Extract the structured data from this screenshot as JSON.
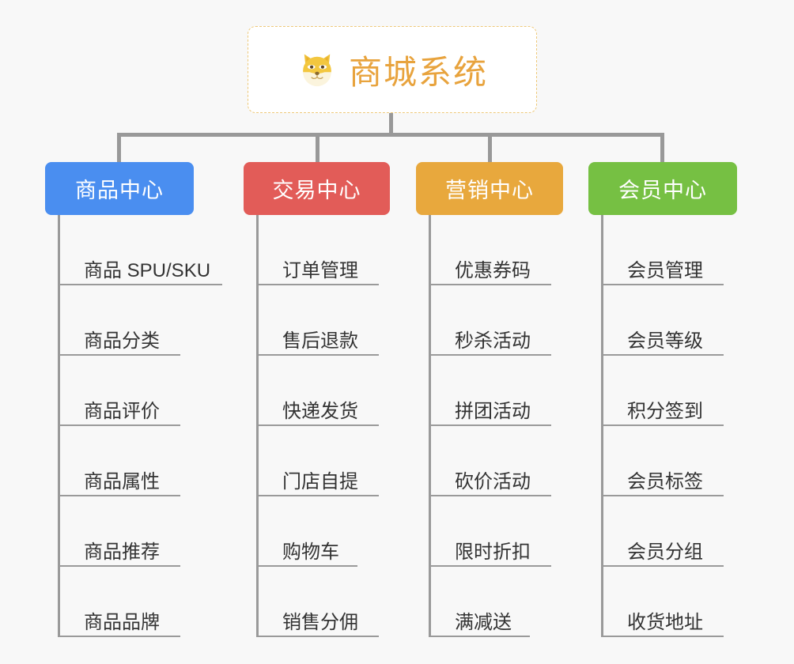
{
  "page": {
    "background_color": "#f8f8f8",
    "title": "商城系统 功能架构图"
  },
  "root": {
    "icon": "shiba-dog-face-icon",
    "icon_glyph": "🐕",
    "label": "商城系统",
    "text_color": "#e8a33d",
    "border_color": "#eec97a",
    "background_color": "#ffffff"
  },
  "connector": {
    "color": "#999999"
  },
  "categories": [
    {
      "label": "商品中心",
      "color": "#4a8ef0",
      "items": [
        {
          "label": "商品 SPU/SKU",
          "rule": "w-long"
        },
        {
          "label": "商品分类",
          "rule": "w-med"
        },
        {
          "label": "商品评价",
          "rule": "w-med"
        },
        {
          "label": "商品属性",
          "rule": "w-med"
        },
        {
          "label": "商品推荐",
          "rule": "w-med"
        },
        {
          "label": "商品品牌",
          "rule": "w-med"
        }
      ]
    },
    {
      "label": "交易中心",
      "color": "#e25c58",
      "items": [
        {
          "label": "订单管理",
          "rule": "w-med"
        },
        {
          "label": "售后退款",
          "rule": "w-med"
        },
        {
          "label": "快递发货",
          "rule": "w-med"
        },
        {
          "label": "门店自提",
          "rule": "w-med"
        },
        {
          "label": "购物车",
          "rule": "w-short"
        },
        {
          "label": "销售分佣",
          "rule": "w-med"
        }
      ]
    },
    {
      "label": "营销中心",
      "color": "#e8a83d",
      "items": [
        {
          "label": "优惠券码",
          "rule": "w-med"
        },
        {
          "label": "秒杀活动",
          "rule": "w-med"
        },
        {
          "label": "拼团活动",
          "rule": "w-med"
        },
        {
          "label": "砍价活动",
          "rule": "w-med"
        },
        {
          "label": "限时折扣",
          "rule": "w-med"
        },
        {
          "label": "满减送",
          "rule": "w-short"
        }
      ]
    },
    {
      "label": "会员中心",
      "color": "#76c043",
      "items": [
        {
          "label": "会员管理",
          "rule": "w-med"
        },
        {
          "label": "会员等级",
          "rule": "w-med"
        },
        {
          "label": "积分签到",
          "rule": "w-med"
        },
        {
          "label": "会员标签",
          "rule": "w-med"
        },
        {
          "label": "会员分组",
          "rule": "w-med"
        },
        {
          "label": "收货地址",
          "rule": "w-med"
        }
      ]
    }
  ]
}
